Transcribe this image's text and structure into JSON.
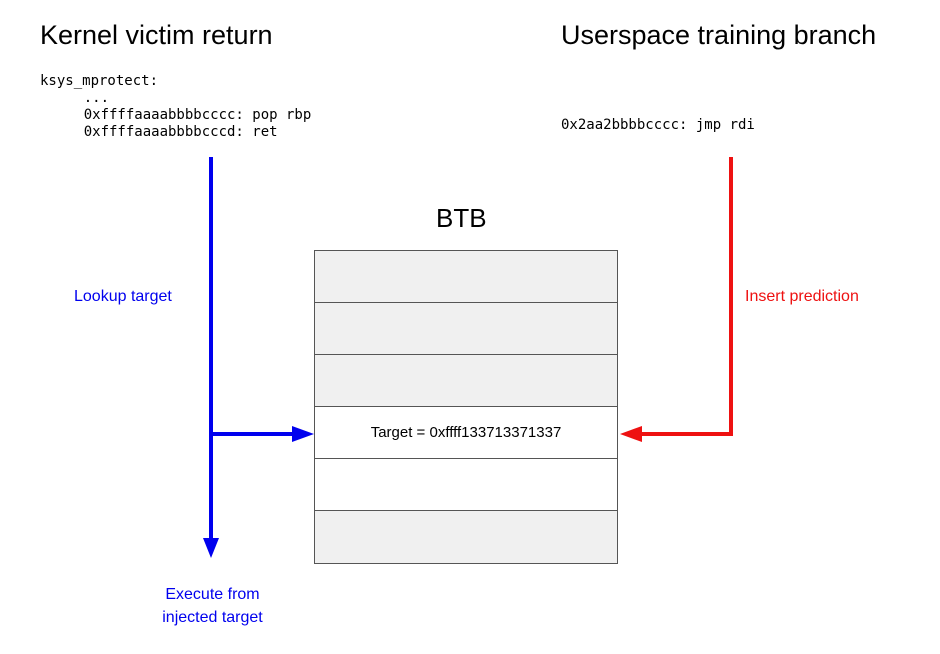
{
  "left": {
    "title": "Kernel victim return",
    "code": [
      "ksys_mprotect:",
      "    ...",
      "    0xffffaaaabbbbcccc: pop rbp",
      "    0xffffaaaabbbbcccd: ret"
    ]
  },
  "right": {
    "title": "Userspace training branch",
    "code": "0x2aa2bbbbcccc: jmp rdi"
  },
  "btb": {
    "title": "BTB",
    "rows": [
      "",
      "",
      "",
      "Target = 0xffff133713371337",
      "",
      ""
    ]
  },
  "labels": {
    "lookup": "Lookup target",
    "insert": "Insert prediction",
    "execute": "Execute from injected target"
  },
  "colors": {
    "lookup_arrow": "#0000ee",
    "insert_arrow": "#ee1111",
    "btb_fill": "#f0f0f0"
  }
}
